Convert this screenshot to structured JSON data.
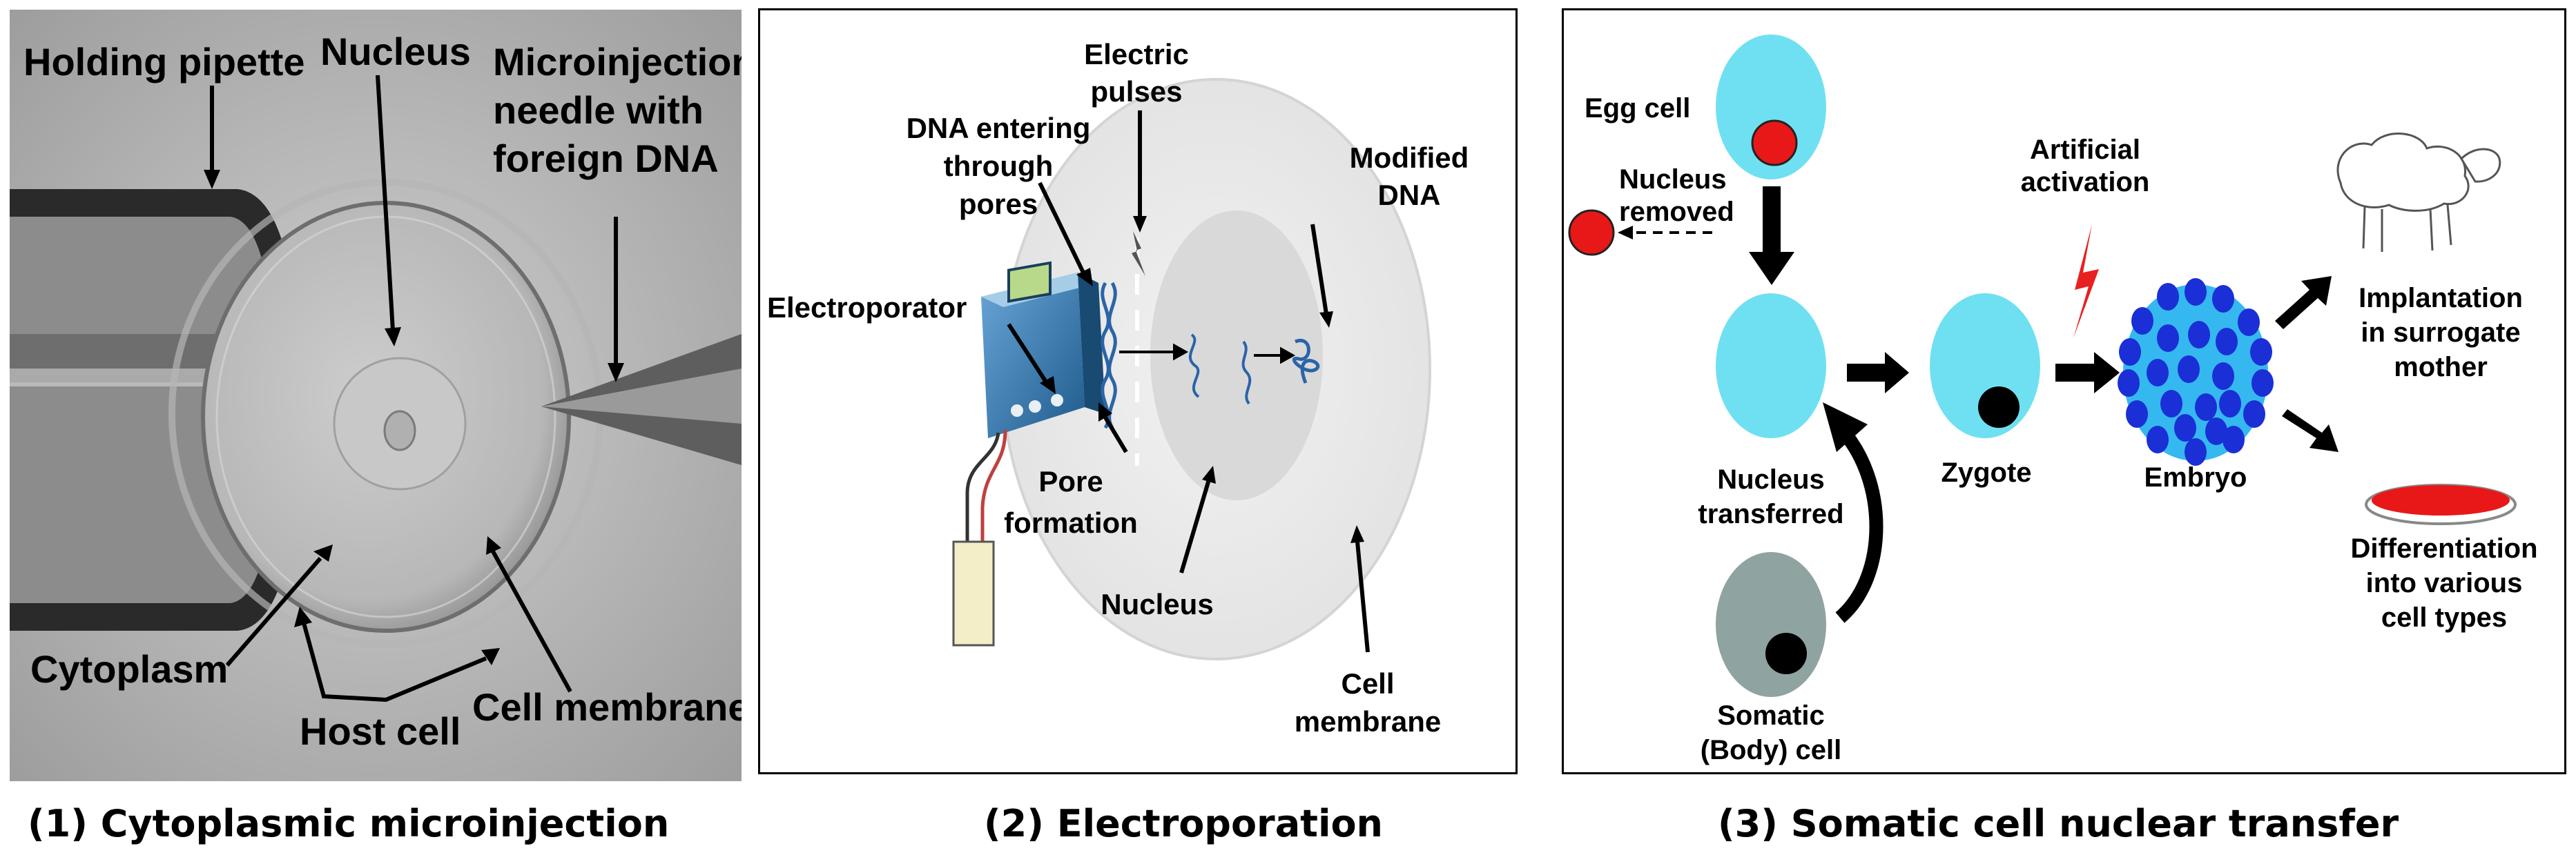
{
  "panel1": {
    "labels": {
      "holding_pipette": "Holding pipette",
      "nucleus": "Nucleus",
      "needle": [
        "Microinjection",
        "needle with",
        "foreign DNA"
      ],
      "cytoplasm": "Cytoplasm",
      "host_cell": "Host cell",
      "cell_membrane": "Cell membrane"
    },
    "caption": "(1) Cytoplasmic microinjection"
  },
  "panel2": {
    "labels": {
      "electric_pulses": [
        "Electric",
        "pulses"
      ],
      "dna_entering": [
        "DNA entering",
        "through",
        "pores"
      ],
      "modified_dna": [
        "Modified",
        "DNA"
      ],
      "electroporator": "Electroporator",
      "pore_formation": [
        "Pore",
        "formation"
      ],
      "nucleus": "Nucleus",
      "cell_membrane": [
        "Cell",
        "membrane"
      ]
    },
    "caption": "(2) Electroporation"
  },
  "panel3": {
    "labels": {
      "egg_cell": "Egg cell",
      "nucleus_removed": [
        "Nucleus",
        "removed"
      ],
      "artificial_activation": [
        "Artificial",
        "activation"
      ],
      "implantation": [
        "Implantation",
        "in surrogate",
        "mother"
      ],
      "nucleus_transferred": [
        "Nucleus",
        "transferred"
      ],
      "zygote": "Zygote",
      "embryo": "Embryo",
      "differentiation": [
        "Differentiation",
        "into various",
        "cell types"
      ],
      "somatic": [
        "Somatic",
        "(Body) cell"
      ]
    },
    "caption": "(3) Somatic cell nuclear transfer"
  },
  "colors": {
    "cell_cyan": "#6fe0f2",
    "nucleus_red": "#e81818",
    "somatic_gray": "#8fa3a0",
    "embryo_blue": "#1a2fd6",
    "embryo_bg": "#35b8f0",
    "activation_red": "#e82020"
  }
}
